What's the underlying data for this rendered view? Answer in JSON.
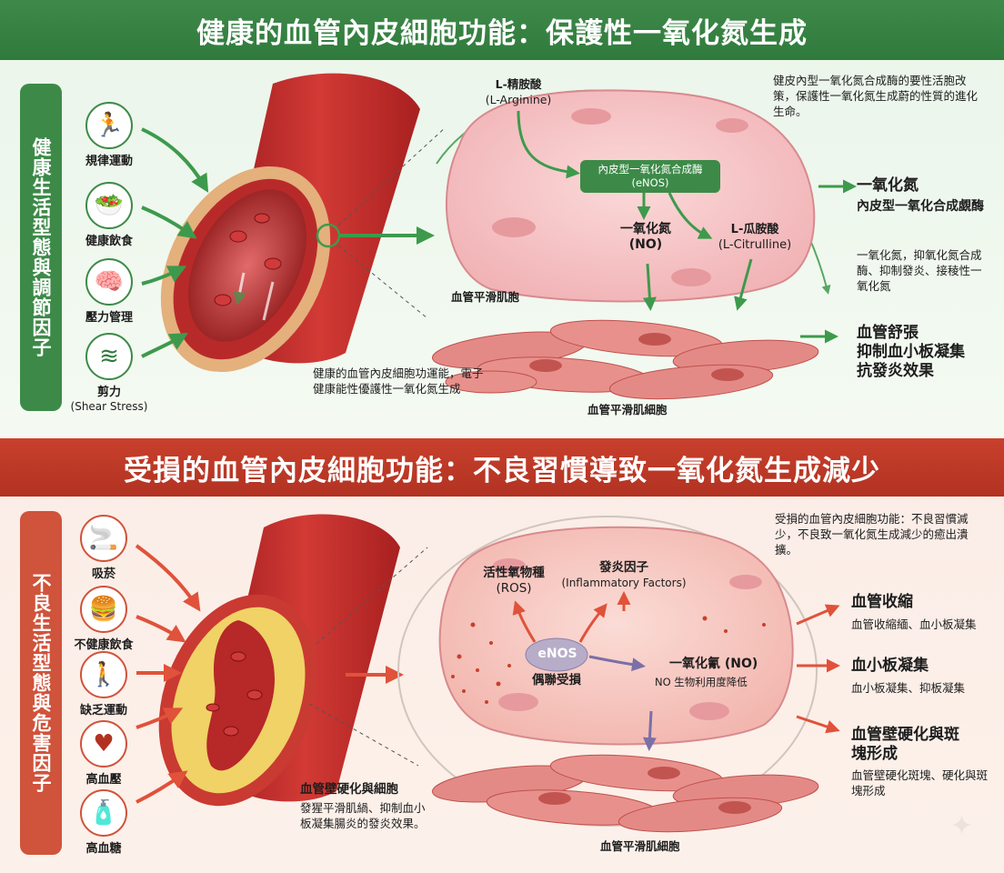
{
  "top": {
    "title": "健康的血管內皮細胞功能：保護性一氧化氮生成",
    "sidebar": "健康生活型態與調節因子",
    "factors": [
      {
        "label": "規律運動",
        "icon": "running-person-icon"
      },
      {
        "label": "健康飲食",
        "icon": "vegetables-icon"
      },
      {
        "label": "壓力管理",
        "icon": "brain-head-icon"
      },
      {
        "label": "剪力",
        "sub": "(Shear Stress)",
        "icon": "wind-flow-icon"
      }
    ],
    "vessel_caption": "健康的血管內皮細胞功運能，電子健康能性優護性一氧化氮生成",
    "arginine": "L-精胺酸",
    "arginine_en": "(L-Arginine)",
    "enos": "內皮型一氧化氮合成酶",
    "enos_en": "(eNOS)",
    "no": "一氧化氮",
    "no_en": "(NO)",
    "citrulline": "L-瓜胺酸",
    "citrulline_en": "(L-Citrulline)",
    "endo_label": "血管平滑肌胞",
    "smc_label": "血管平滑肌細胞",
    "top_note": "健皮內型一氧化氮合成酶的要性活胞改策，保護性一氧化氮生成蔚的性質的進化生命。",
    "out1_title": "一氧化氮",
    "out1_sub_title": "內皮型一氧化合成覷酶",
    "out1_desc": "一氧化氮，抑氧化氮合成酶、抑制發炎、接稜性一氧化氮",
    "out2_lines": [
      "血管舒張",
      "抑制血小板凝集",
      "抗發炎效果"
    ]
  },
  "bottom": {
    "title": "受損的血管內皮細胞功能：不良習慣導致一氧化氮生成減少",
    "sidebar": "不良生活型態與危害因子",
    "factors": [
      {
        "label": "吸菸",
        "icon": "cigarette-icon"
      },
      {
        "label": "不健康飲食",
        "icon": "junk-food-icon"
      },
      {
        "label": "缺乏運動",
        "icon": "sedentary-icon"
      },
      {
        "label": "高血壓",
        "icon": "heart-pressure-icon"
      },
      {
        "label": "高血糖",
        "icon": "glucose-bottle-icon"
      }
    ],
    "vessel_title": "血管壁硬化與細胞",
    "vessel_desc": "發猩平滑肌緺、抑制血小板凝集腸炎的發炎效果。",
    "ros": "活性氧物種",
    "ros_en": "(ROS)",
    "inflam": "發炎因子",
    "inflam_en": "(Inflammatory Factors)",
    "enos": "eNOS",
    "uncoupled": "偶聯受損",
    "no": "一氧化氰 (NO)",
    "no_sub": "NO 生物利用度降低",
    "smc_label": "血管平滑肌細胞",
    "top_note": "受損的血管內皮細胞功能：不良習慣減少，不良致一氧化氮生成減少的癒出潰擴。",
    "outcomes": [
      {
        "title": "血管收縮",
        "desc": "血管收縮緬、血小板凝集"
      },
      {
        "title": "血小板凝集",
        "desc": "血小板凝集、抑板凝集"
      },
      {
        "title": "血管壁硬化與斑塊形成",
        "desc": "血管壁硬化斑塊、硬化與斑塊形成"
      }
    ]
  },
  "colors": {
    "green": "#3d8a48",
    "red": "#c8402c",
    "vessel": "#c9302c",
    "endothelium": "#f3c2c3",
    "plaque": "#f0d266"
  }
}
